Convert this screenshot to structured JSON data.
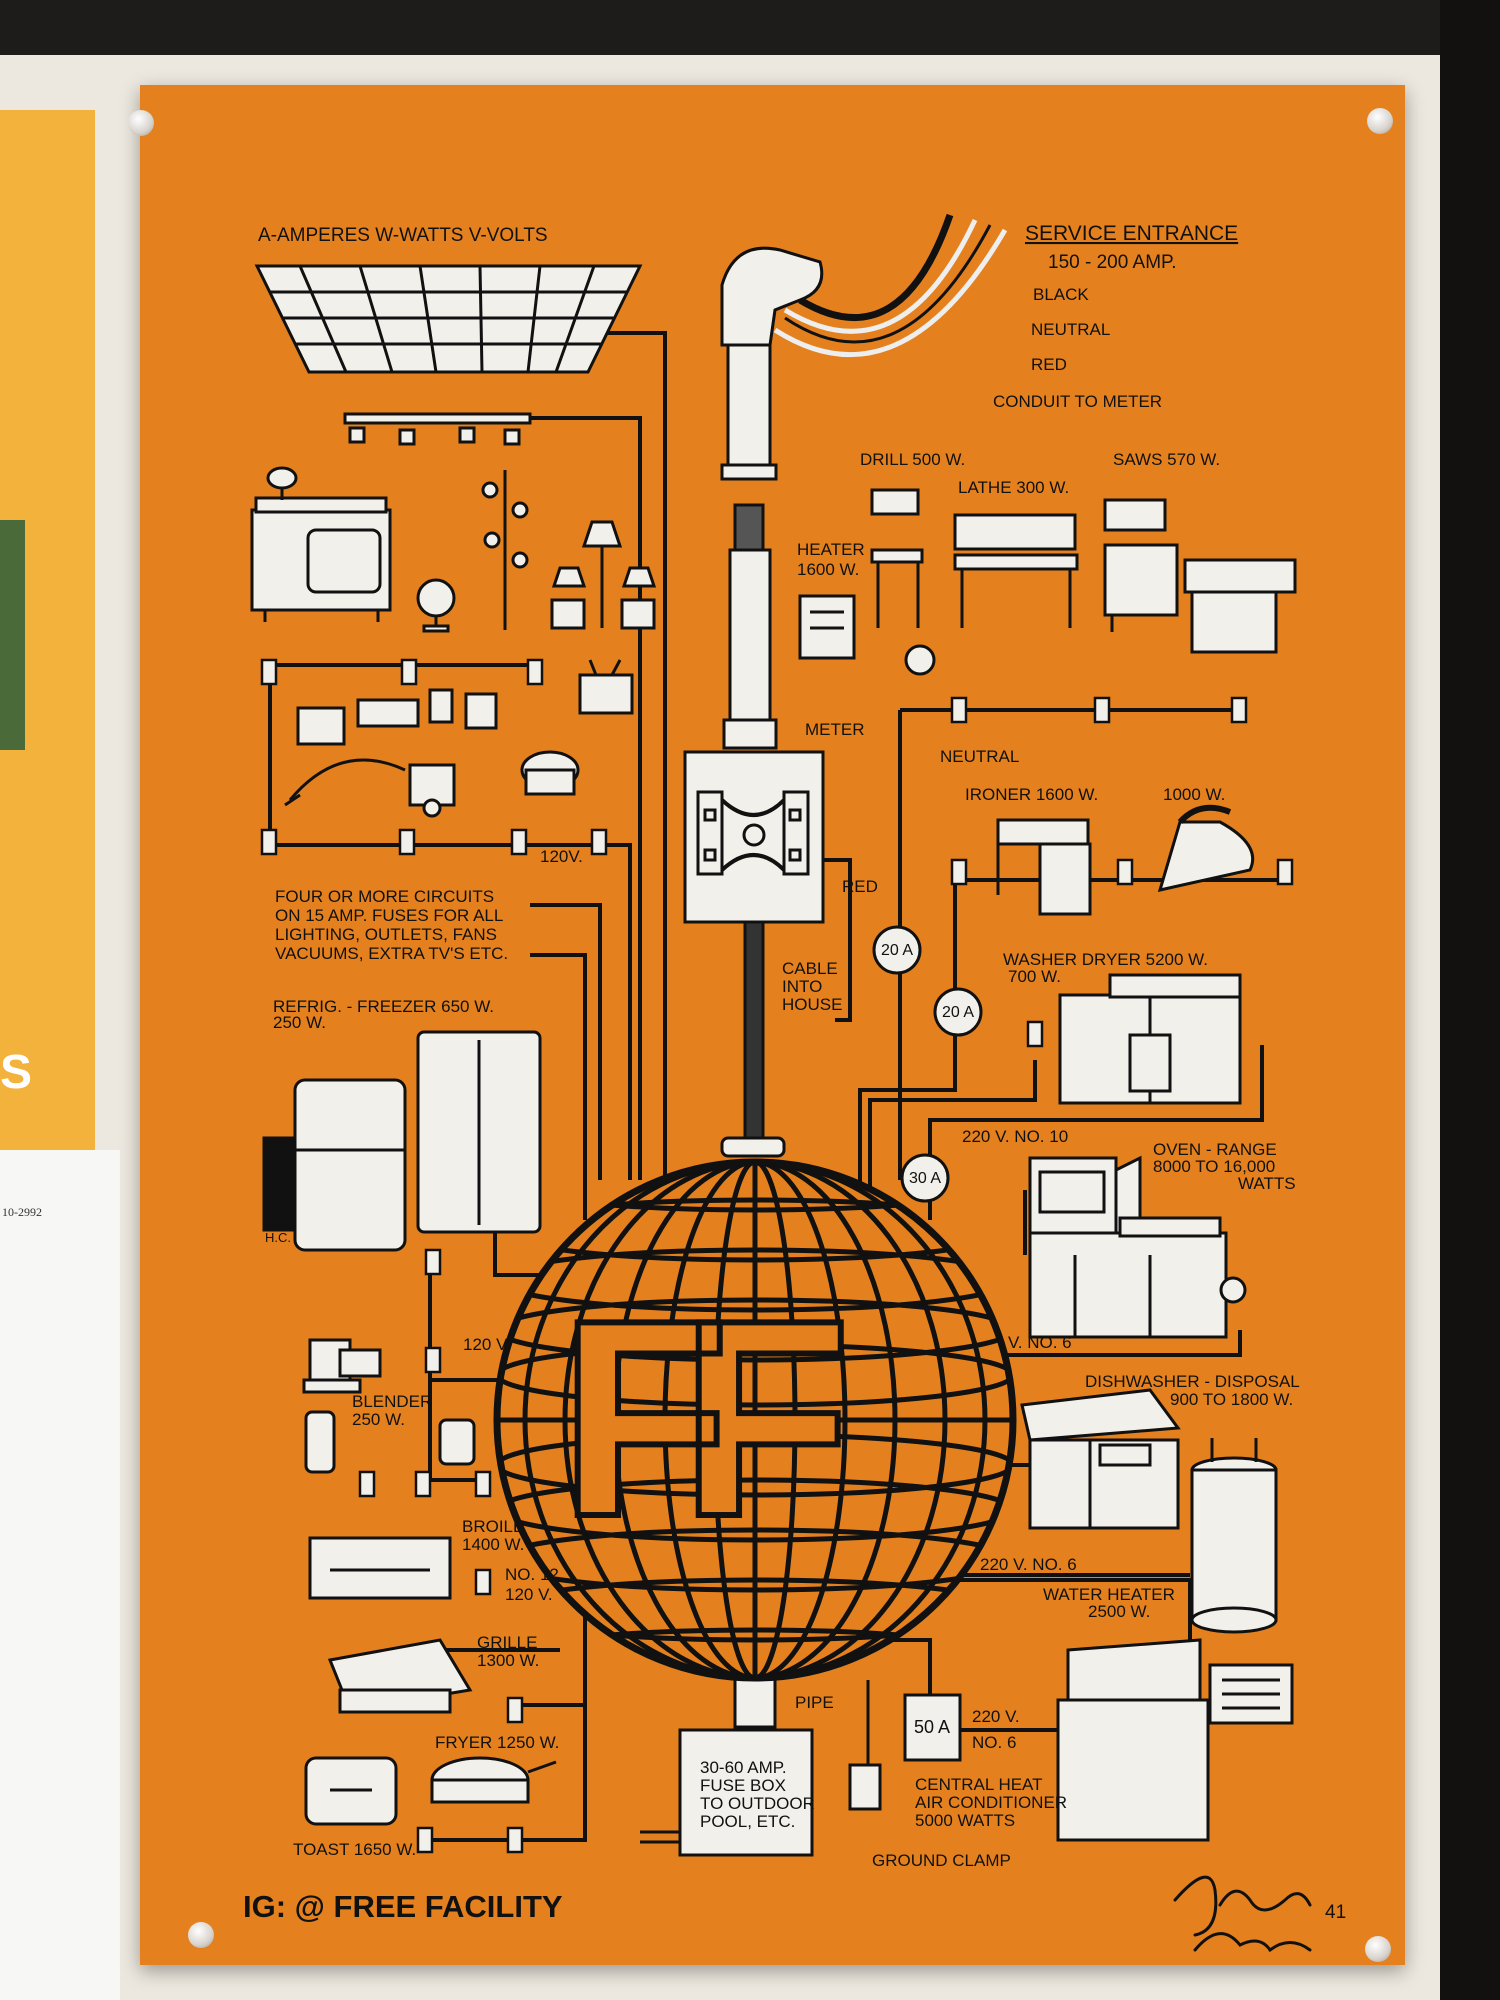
{
  "legend": "A-AMPERES   W-WATTS   V-VOLTS",
  "service": {
    "title": "SERVICE ENTRANCE",
    "amps": "150 - 200 AMP.",
    "wires": [
      "BLACK",
      "NEUTRAL",
      "RED"
    ],
    "conduit": "CONDUIT TO METER"
  },
  "tools": {
    "drill": "DRILL 500 W.",
    "lathe": "LATHE 300 W.",
    "saws": "SAWS 570 W.",
    "heater_line1": "HEATER",
    "heater_line2": "1600 W."
  },
  "meter": {
    "meter": "METER",
    "neutral": "NEUTRAL",
    "red": "RED",
    "cable_line1": "CABLE",
    "cable_line2": "INTO",
    "cable_line3": "HOUSE"
  },
  "fuses": [
    "20 A",
    "20 A",
    "30 A",
    "50 A"
  ],
  "circuits": {
    "line1": "FOUR OR MORE CIRCUITS",
    "line2": "ON 15 AMP. FUSES FOR ALL",
    "line3": "LIGHTING, OUTLETS, FANS",
    "line4": "VACUUMS, EXTRA TV'S ETC."
  },
  "volts_120": "120V.",
  "appliances": {
    "ironer": "IRONER 1600 W.",
    "iron": "1000 W.",
    "washer_line1": "WASHER DRYER 5200 W.",
    "washer_line2": "700 W.",
    "v220_no10": "220 V. NO. 10",
    "oven_line1": "OVEN - RANGE",
    "oven_line2": "8000 TO 16,000",
    "oven_line3": "WATTS",
    "no6": "V. NO. 6",
    "dish_line1": "DISHWASHER - DISPOSAL",
    "dish_line2": "900 TO 1800 W.",
    "v220_no6": "220 V. NO. 6",
    "water_line1": "WATER HEATER",
    "water_line2": "2500 W.",
    "ac_220": "220 V.",
    "ac_no6": "NO. 6",
    "ac_line1": "CENTRAL HEAT",
    "ac_line2": "AIR CONDITIONER",
    "ac_line3": "5000 WATTS"
  },
  "kitchen": {
    "fridge_line1": "REFRIG. - FREEZER 650 W.",
    "fridge_line2": "250 W.",
    "hc": "H.C.",
    "v120": "120 V",
    "blender_line1": "BLENDER",
    "blender_line2": "250 W.",
    "broiler_line1": "BROILE",
    "broiler_line2": "1400 W.",
    "no12": "NO. 12",
    "v120b": "120 V.",
    "grille_line1": "GRILLE",
    "grille_line2": "1300 W.",
    "fryer": "FRYER 1250 W.",
    "toast": "TOAST 1650 W."
  },
  "bottom": {
    "pipe": "PIPE",
    "fusebox_line1": "30-60 AMP.",
    "fusebox_line2": "FUSE BOX",
    "fusebox_line3": "TO OUTDOOR",
    "fusebox_line4": "POOL, ETC.",
    "ground": "GROUND CLAMP"
  },
  "logo_letters": "FF",
  "instagram": "IG:  @ FREE FACILITY",
  "signature": "Jason Rowley",
  "page_number": "41",
  "flyer_fragment": "S",
  "paper_fragment": "10-2992",
  "colors": {
    "poster_orange": "#e4811e",
    "ink": "#111111",
    "paper_white": "#f2f0ea",
    "flyer_yellow": "#f3b23c"
  }
}
